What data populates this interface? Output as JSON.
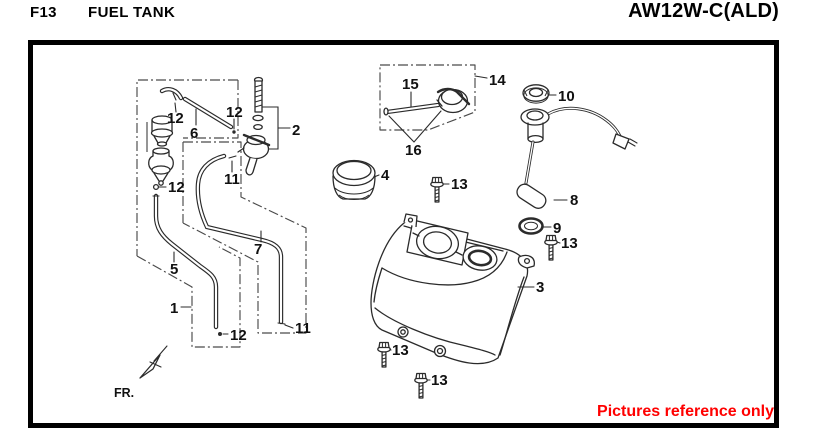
{
  "header": {
    "page_code": "F13",
    "title": "FUEL TANK",
    "model_code": "AW12W-C(ALD)"
  },
  "diagram": {
    "front_label": "FR.",
    "watermark": "Pictures reference only",
    "watermark_color": "#ff0000",
    "callouts": [
      {
        "label": "12"
      },
      {
        "label": "6"
      },
      {
        "label": "12"
      },
      {
        "label": "2"
      },
      {
        "label": "11"
      },
      {
        "label": "12"
      },
      {
        "label": "5"
      },
      {
        "label": "7"
      },
      {
        "label": "1"
      },
      {
        "label": "12"
      },
      {
        "label": "11"
      },
      {
        "label": "15"
      },
      {
        "label": "14"
      },
      {
        "label": "16"
      },
      {
        "label": "4"
      },
      {
        "label": "13"
      },
      {
        "label": "10"
      },
      {
        "label": "8"
      },
      {
        "label": "9"
      },
      {
        "label": "13"
      },
      {
        "label": "3"
      },
      {
        "label": "13"
      },
      {
        "label": "13"
      }
    ]
  }
}
